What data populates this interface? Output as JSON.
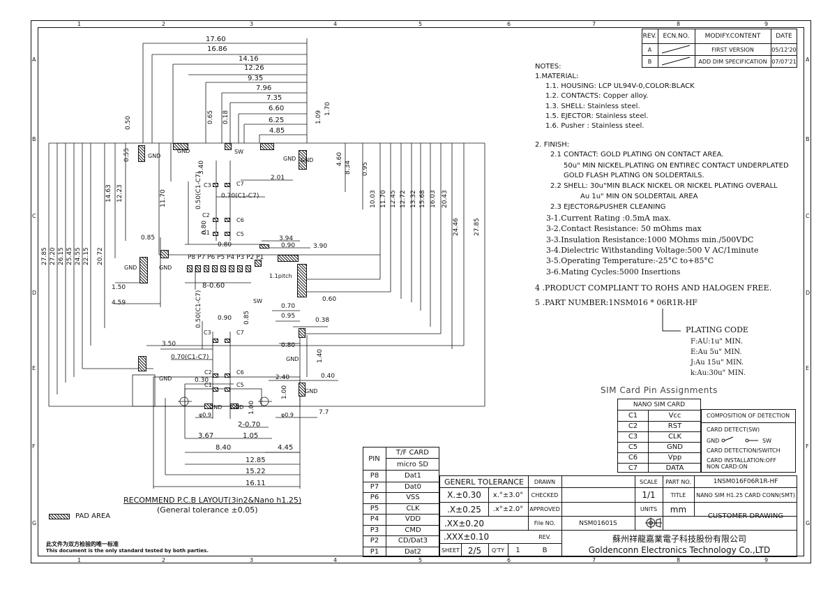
{
  "zones": {
    "cols": [
      "1",
      "2",
      "3",
      "4",
      "5",
      "6",
      "7",
      "8",
      "9"
    ],
    "rows": [
      "A",
      "B",
      "C",
      "D",
      "E",
      "F",
      "G"
    ]
  },
  "revision": {
    "headers": [
      "REV.",
      "ECN.NO.",
      "MODIFY.CONTENT",
      "DATE"
    ],
    "rows": [
      {
        "rev": "A",
        "content": "FIRST VERSION",
        "date": "05/12'20"
      },
      {
        "rev": "B",
        "content": "ADD DIM SPECIFICATION",
        "date": "07/07'21"
      }
    ]
  },
  "notes": {
    "title": "NOTES:",
    "material_title": "1.MATERIAL:",
    "material": [
      "1.1. HOUSING: LCP UL94V-0,COLOR:BLACK",
      "1.2. CONTACTS: Copper alloy.",
      "1.3. SHELL: Stainless steel.",
      "1.5. EJECTOR: Stainless steel.",
      "1.6. Pusher : Stainless steel."
    ],
    "finish_title": "2. FINISH:",
    "finish": [
      "2.1 CONTACT: GOLD PLATING ON CONTACT AREA.",
      "50u\" MIN NICKEL.PLATING ON ENTIREC CONTACT UNDERPLATED",
      "GOLD FLASH PLATING ON SOLDERTAILS.",
      "2.2 SHELL: 30u\"MIN BLACK NICKEL OR NICKEL PLATING OVERALL",
      "Au 1u\" MIN ON SOLDERTAIL AREA",
      "2.3 EJECTOR&PUSHER   CLEANING"
    ],
    "electrical": [
      "3-1.Current Rating :0.5mA max.",
      "3-2.Contact Resistance: 50 mOhms max",
      "3-3.Insulation Resistance:1000 MOhms min./500VDC",
      "3-4.Dielectric Withstanding Voltage:500 V AC/1minute",
      "3-5.Operating Temperature:-25°C to+85°C",
      "3-6.Mating Cycles:5000 Insertions"
    ],
    "rohs": "4 .PRODUCT COMPLIANT TO ROHS AND HALOGEN FREE.",
    "part_number": "5 .PART NUMBER:1NSM016 * 06R1R-HF",
    "plating_title": "PLATING CODE",
    "plating": [
      "F:AU:1u\" MIN.",
      "E:Au 5u\" MIN.",
      "J:Au 15u\" MIN.",
      "k:Au:30u\" MIN."
    ]
  },
  "sim": {
    "title": "SIM Card Pin Assignments",
    "header": "NANO SIM CARD",
    "pins": [
      {
        "c": "C1",
        "f": "Vcc"
      },
      {
        "c": "C2",
        "f": "RST"
      },
      {
        "c": "C3",
        "f": "CLK"
      },
      {
        "c": "C5",
        "f": "GND"
      },
      {
        "c": "C6",
        "f": "Vpp"
      },
      {
        "c": "C7",
        "f": "DATA"
      }
    ],
    "detect_title": "COMPOSITION OF DETECTION",
    "detect_sw": "CARD DETECT(SW)",
    "detect_gnd": "GND",
    "detect_swlbl": "SW",
    "detect_switch": "CARD DETECTION/SWITCH",
    "install": "CARD INSTALLATION:OFF",
    "none": "NON CARD:ON"
  },
  "tf": {
    "pin_header": "PIN",
    "hdr1": "T/F CARD",
    "hdr2": "micro SD",
    "rows": [
      {
        "p": "P8",
        "f": "Dat1"
      },
      {
        "p": "P7",
        "f": "Dat0"
      },
      {
        "p": "P6",
        "f": "VSS"
      },
      {
        "p": "P5",
        "f": "CLK"
      },
      {
        "p": "P4",
        "f": "VDD"
      },
      {
        "p": "P3",
        "f": "CMD"
      },
      {
        "p": "P2",
        "f": "CD/Dat3"
      },
      {
        "p": "P1",
        "f": "Dat2"
      }
    ]
  },
  "titleblock": {
    "tol_title": "GENERL TOLERANCE",
    "tol": [
      {
        "a": "X.±0.30",
        "b": "x.°±3.0°"
      },
      {
        "a": ".X±0.25",
        "b": ".x°±2.0°"
      },
      {
        "a": ".XX±0.20",
        "b": ""
      },
      {
        "a": ".XXX±0.10",
        "b": ""
      }
    ],
    "drawn": "DRAWN",
    "checked": "CHECKED",
    "approved": "APPROVED",
    "fileno": "File NO.",
    "fileno_val": "NSM01601S",
    "rev": "REV.",
    "sheet": "SHEET",
    "sheet_val": "2/5",
    "qty": "Q'TY",
    "qty_val": "1",
    "rev_val": "B",
    "scale": "SCALE",
    "scale_val": "1/1",
    "units": "UNITS",
    "units_val": "mm",
    "partno": "PART NO.",
    "partno_val": "1NSM016F06R1R-HF",
    "title": "TITLE",
    "title_val": "NANO SIM H1.25 CARD CONN(SMT)",
    "customer": "CUSTOMER DRAWING",
    "company_cn": "蘇州祥龍嘉業電子科技股份有限公司",
    "company_en": "Goldenconn Electronics Technology Co.,LTD"
  },
  "layout": {
    "caption": "RECOMMEND P.C.B LAYOUT(3in2&Nano h1.25)",
    "tolerance": "(General tolerance ±0.05)",
    "pad_area": "PAD AREA",
    "footer_cn": "此文件为双方检验的唯一标准",
    "footer_en": "This document is the only standard tested by both parties."
  },
  "dims_top": [
    "17.60",
    "16.86",
    "14.16",
    "12.26",
    "9.35",
    "7.96",
    "7.35",
    "6.60",
    "6.25",
    "4.85"
  ],
  "dims_right": [
    "10.03",
    "11.70",
    "12.45",
    "12.72",
    "13.32",
    "15.68",
    "16.03",
    "20.43",
    "24.46",
    "27.85"
  ],
  "dims_left": [
    "27.85",
    "27.20",
    "26.15",
    "25.45",
    "24.55",
    "22.15",
    "20.72",
    "14.63",
    "12.23",
    "11.70"
  ],
  "dims_bottom": [
    "3.67",
    "8.40",
    "12.85",
    "15.22",
    "16.11",
    "4.45",
    "1.05",
    "2-0.70"
  ],
  "labels": {
    "gnd": "GND",
    "sw": "SW",
    "c1c7": "0.70(C1-C7)",
    "c1c7v": "0.50(C1-C7)",
    "pins": "P8 P7 P6 P5  P4  P3  P2 P1",
    "pitch": "1.1pitch",
    "eight": "8-0.60",
    "phi": "φ0.9",
    "misc": [
      "0.50",
      "0.65",
      "0.18",
      "0.80",
      "1.09",
      "1.70",
      "0.55",
      "3.40",
      "4.60",
      "8.34",
      "0.95",
      "2.01",
      "0.85",
      "1.50",
      "4.59",
      "3.94",
      "0.90",
      "3.90",
      "0.70",
      "0.95",
      "0.60",
      "0.38",
      "0.80",
      "1.40",
      "0.90",
      "0.85",
      "3.50",
      "0.30",
      "2.40",
      "1.00",
      "1.00",
      "0.40",
      "7.7",
      "0.80"
    ],
    "c_labels": [
      "C3",
      "C7",
      "C2",
      "C6",
      "C1",
      "C5"
    ]
  }
}
